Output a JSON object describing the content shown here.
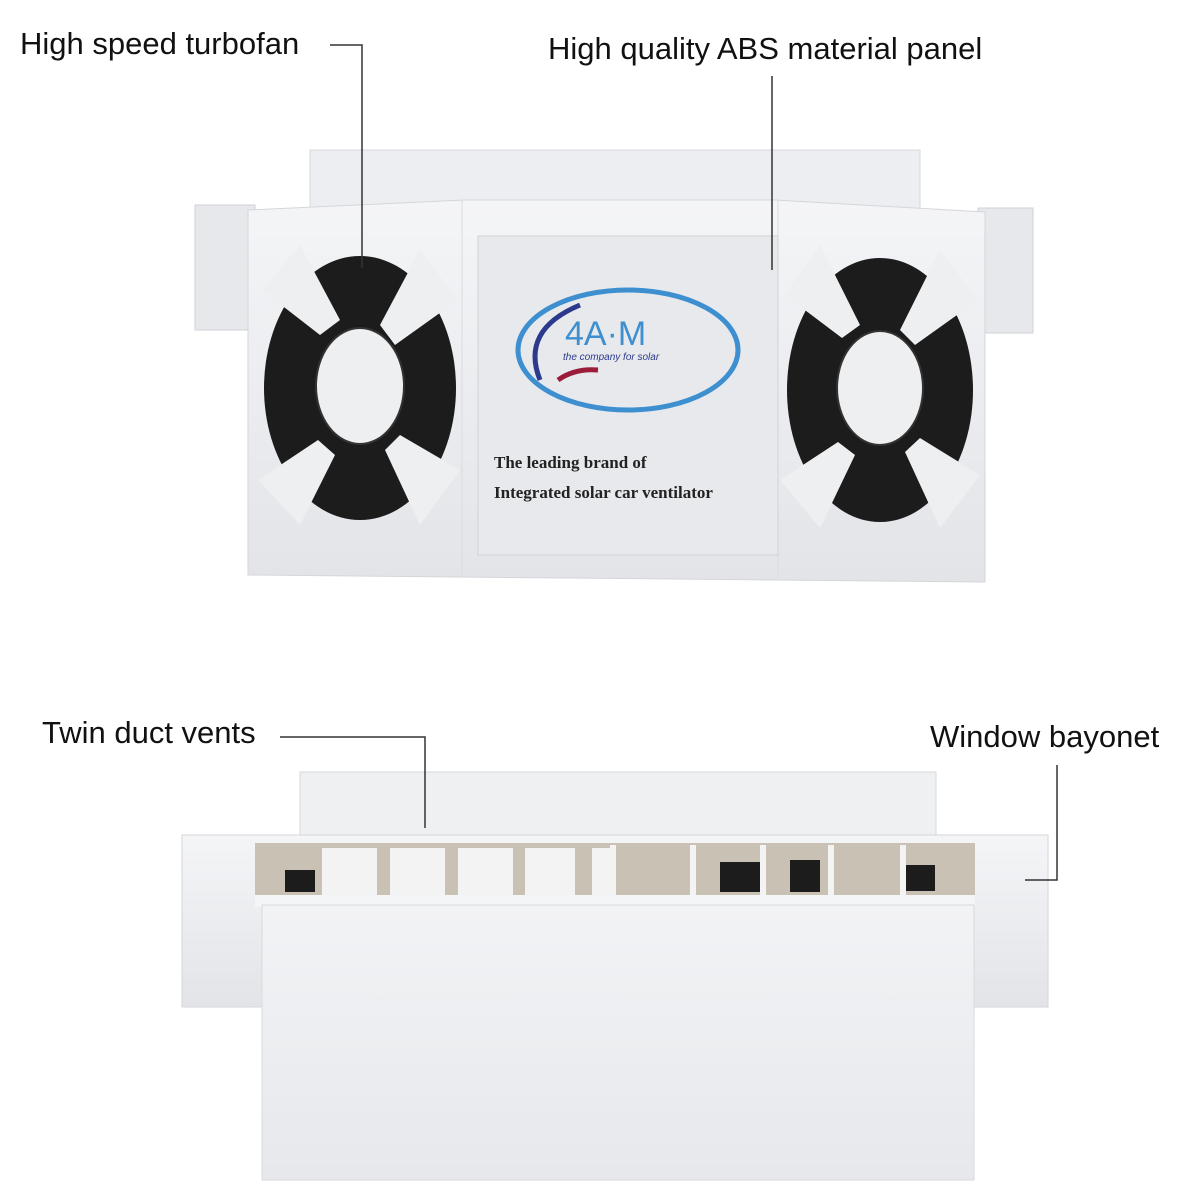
{
  "callouts": {
    "turbofan": "High speed turbofan",
    "panel": "High quality ABS material panel",
    "vents": "Twin duct vents",
    "bayonet": "Window bayonet"
  },
  "product_label": {
    "logo_text": "4A·M",
    "logo_tagline": "the company for solar",
    "line1": "The leading brand of",
    "line2": "Integrated solar car ventilator"
  },
  "colors": {
    "body": "#eeeff1",
    "fan": "#1a1a1a",
    "logo_blue": "#3d8fd0",
    "logo_navy": "#2b3a8c",
    "logo_red": "#9b1b3a"
  }
}
